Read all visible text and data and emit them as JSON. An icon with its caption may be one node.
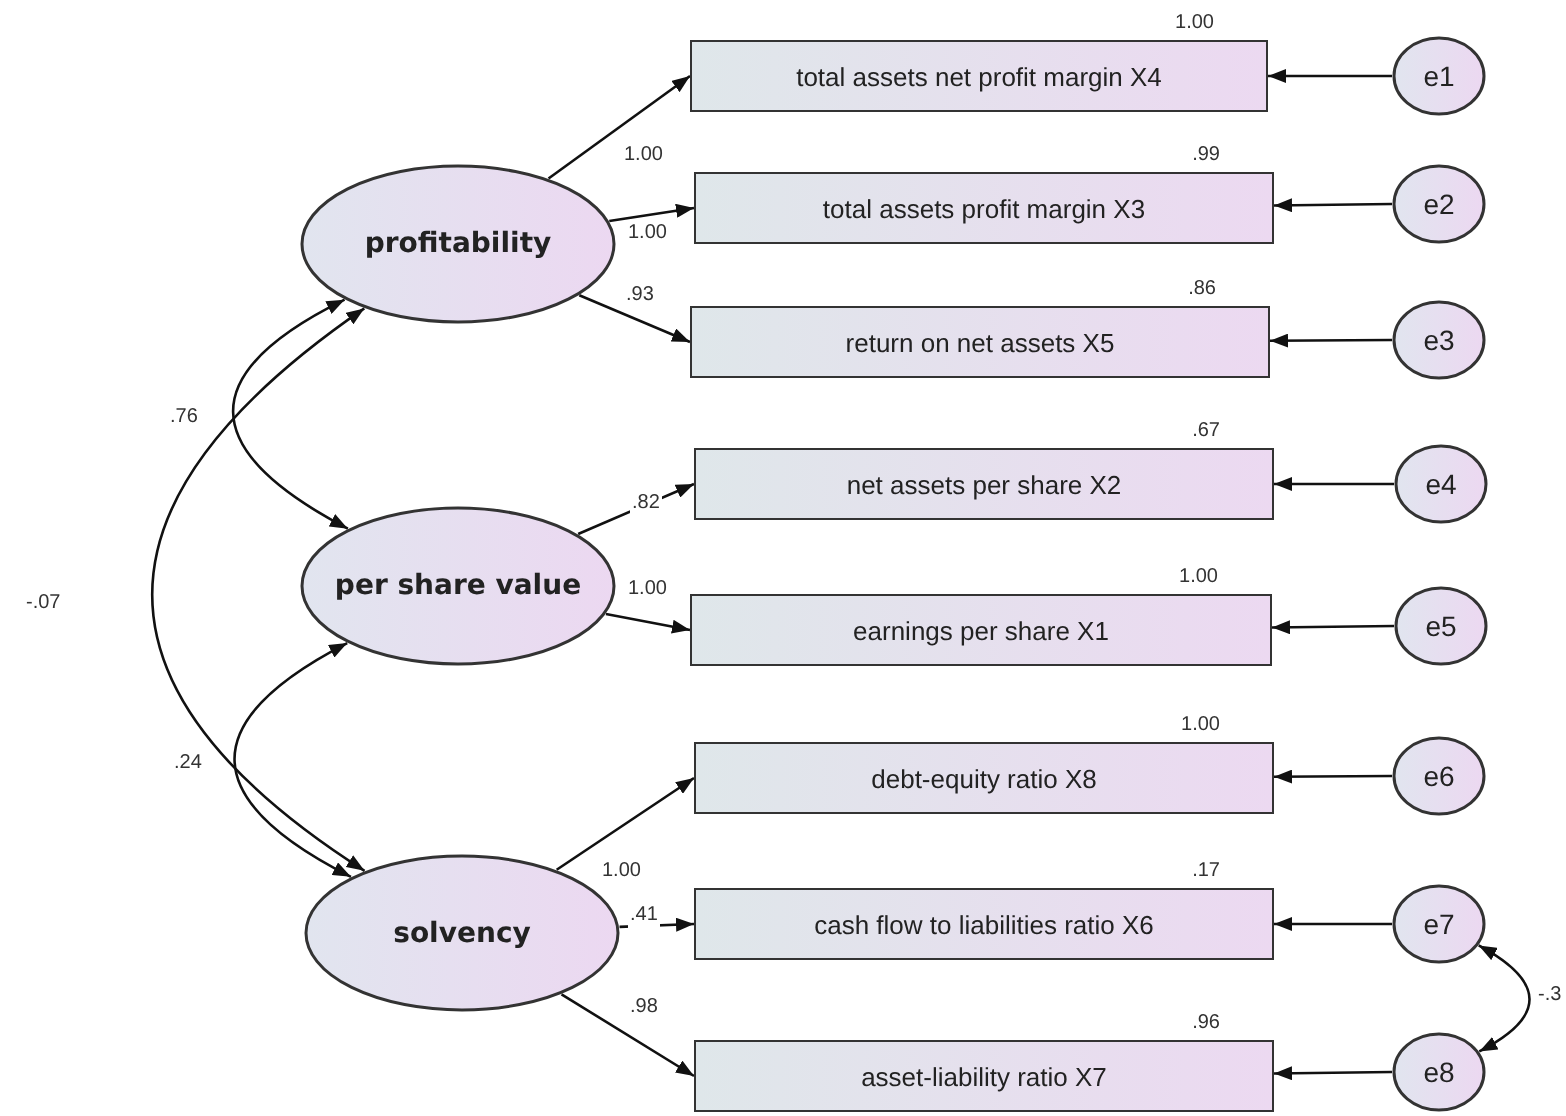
{
  "diagram": {
    "nodes": [
      {
        "text": [
          "profitability"
        ]
      },
      {
        "text": [
          "per share value"
        ]
      },
      {
        "text": [
          "solvency"
        ]
      },
      {
        "text": [
          "total assets net profit margin X4"
        ],
        "beside": [
          "1.00"
        ]
      },
      {
        "text": [
          "total assets profit margin X3"
        ],
        "beside": [
          ".99"
        ]
      },
      {
        "text": [
          "return on net assets X5"
        ],
        "beside": [
          ".86"
        ]
      },
      {
        "text": [
          "net assets per share X2"
        ],
        "beside": [
          ".67"
        ]
      },
      {
        "text": [
          "earnings per share X1"
        ],
        "beside": [
          "1.00"
        ]
      },
      {
        "text": [
          "debt-equity ratio X8"
        ],
        "beside": [
          "1.00"
        ]
      },
      {
        "text": [
          "cash flow to liabilities ratio X6"
        ],
        "beside": [
          ".17"
        ]
      },
      {
        "text": [
          "asset-liability ratio X7"
        ],
        "beside": [
          ".96"
        ]
      },
      {
        "text": [
          "e1"
        ]
      },
      {
        "text": [
          "e2"
        ]
      },
      {
        "text": [
          "e3"
        ]
      },
      {
        "text": [
          "e4"
        ]
      },
      {
        "text": [
          "e5"
        ]
      },
      {
        "text": [
          "e6"
        ]
      },
      {
        "text": [
          "e7"
        ]
      },
      {
        "text": [
          "e8"
        ]
      }
    ],
    "edges": [
      {
        "from": 0,
        "to": 3,
        "arrow": "to",
        "label": "1.00"
      },
      {
        "from": 0,
        "to": 4,
        "arrow": "to",
        "label": "1.00"
      },
      {
        "from": 0,
        "to": 5,
        "arrow": "to",
        "label": ".93"
      },
      {
        "from": 1,
        "to": 6,
        "arrow": "to",
        "label": ".82"
      },
      {
        "from": 1,
        "to": 7,
        "arrow": "to",
        "label": "1.00"
      },
      {
        "from": 2,
        "to": 8,
        "arrow": "to",
        "label": "1.00"
      },
      {
        "from": 2,
        "to": 9,
        "arrow": "to",
        "label": ".41"
      },
      {
        "from": 2,
        "to": 10,
        "arrow": "to",
        "label": ".98"
      },
      {
        "from": 11,
        "to": 3,
        "arrow": "to"
      },
      {
        "from": 12,
        "to": 4,
        "arrow": "to"
      },
      {
        "from": 13,
        "to": 5,
        "arrow": "to"
      },
      {
        "from": 14,
        "to": 6,
        "arrow": "to"
      },
      {
        "from": 15,
        "to": 7,
        "arrow": "to"
      },
      {
        "from": 16,
        "to": 8,
        "arrow": "to"
      },
      {
        "from": 17,
        "to": 9,
        "arrow": "to"
      },
      {
        "from": 18,
        "to": 10,
        "arrow": "to"
      },
      {
        "from": 0,
        "to": 1,
        "arrow": "both",
        "label": ".76"
      },
      {
        "from": 0,
        "to": 2,
        "arrow": "both",
        "label": "-.07"
      },
      {
        "from": 1,
        "to": 2,
        "arrow": "both",
        "label": ".24"
      },
      {
        "from": 17,
        "to": 18,
        "arrow": "both",
        "label": "-.3"
      }
    ]
  }
}
